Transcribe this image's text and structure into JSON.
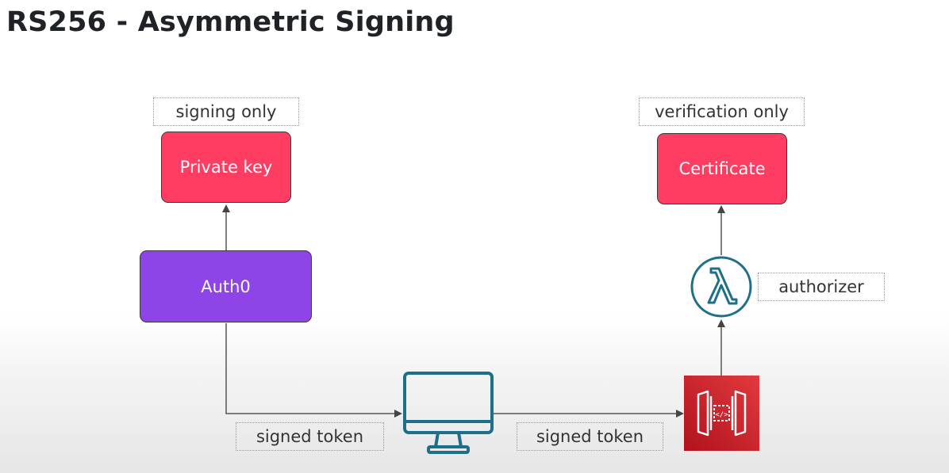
{
  "title": "RS256 - Asymmetric Signing",
  "labels": {
    "signing_only": "signing only",
    "verification_only": "verification only",
    "authorizer": "authorizer",
    "signed_token_left": "signed token",
    "signed_token_right": "signed token"
  },
  "boxes": {
    "private_key": "Private key",
    "certificate": "Certificate",
    "auth0": "Auth0"
  },
  "icons": {
    "client": "computer-monitor-icon",
    "lambda": "lambda-icon",
    "api_gateway": "api-gateway-icon"
  },
  "colors": {
    "key_box": "#ff3d62",
    "auth_box": "#8e44e6",
    "teal": "#1d6f8a",
    "gateway": "#c7202a"
  }
}
